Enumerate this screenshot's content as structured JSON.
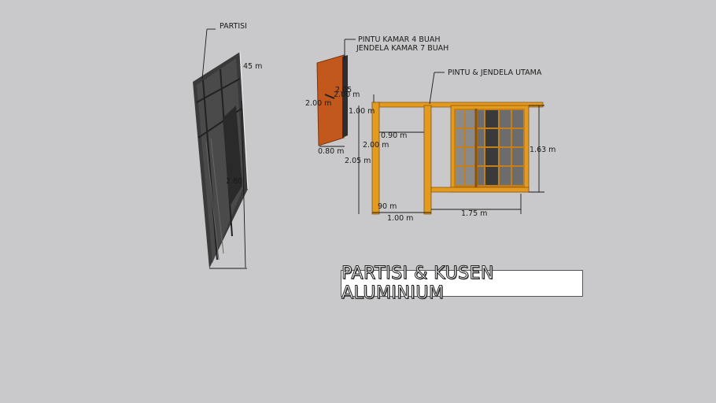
{
  "scene": {
    "title": "PARTISI & KUSEN ALUMINIUM",
    "colors": {
      "background": "#c9c9cb",
      "frame_orange": "#e39b1f",
      "frame_brown": "#b36a14",
      "door_wood": "#c2581c",
      "partition_dark": "#3b3b3b",
      "glass": "#6c6c6c"
    }
  },
  "labels": {
    "partisi": "PARTISI",
    "pintu_kamar": "PINTU KAMAR 4 BUAH",
    "jendela_kamar": "JENDELA KAMAR 7 BUAH",
    "pintu_jendela_utama": "PINTU & JENDELA UTAMA"
  },
  "dimensions": {
    "partisi_top": "45 m",
    "partisi_height": "2.80",
    "door_height": "2.00 m",
    "door_top_a": "2.05",
    "door_top_b": "2.00 m",
    "door_width": "0.80 m",
    "main_top_height": "1.00 m",
    "main_door_width_top": "0.90 m",
    "main_mid": "2.00 m",
    "main_left_height": "2.05 m",
    "main_small": "90 m",
    "main_bottom_width": "1.00 m",
    "window_width": "1.75 m",
    "window_height": "1.63 m"
  }
}
